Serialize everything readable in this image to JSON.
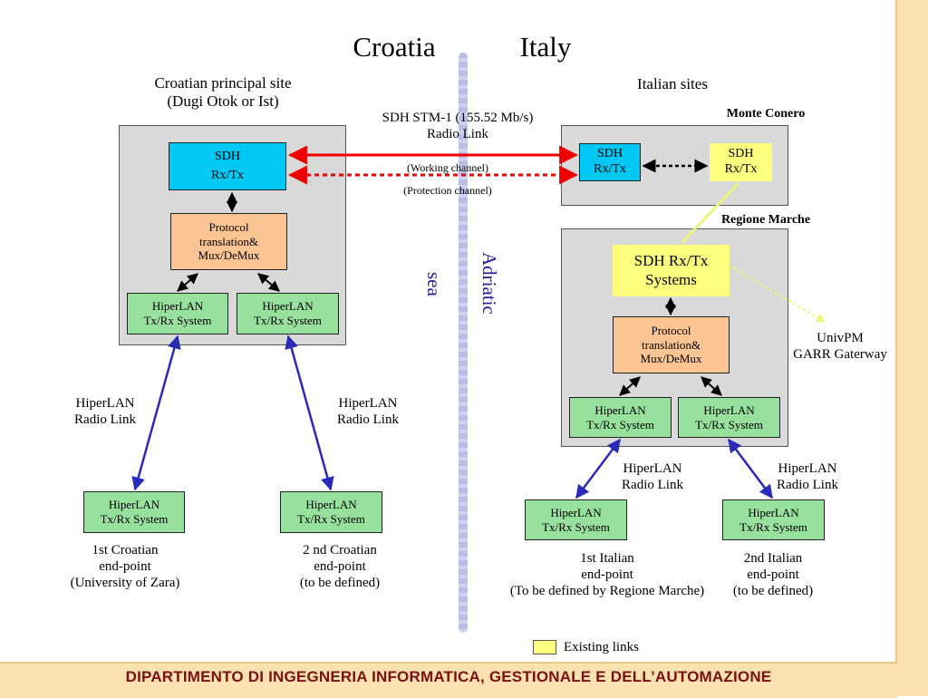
{
  "header": {
    "left_country": "Croatia",
    "right_country": "Italy"
  },
  "croatia": {
    "site_title_line1": "Croatian principal site",
    "site_title_line2": "(Dugi Otok or Ist)",
    "sdh_line1": "SDH",
    "sdh_line2": "Rx/Tx",
    "protocol_line1": "Protocol",
    "protocol_line2": "translation&",
    "protocol_line3": "Mux/DeMux",
    "hiperlan_box_left_line1": "HiperLAN",
    "hiperlan_box_left_line2": "Tx/Rx System",
    "hiperlan_box_right_line1": "HiperLAN",
    "hiperlan_box_right_line2": "Tx/Rx System",
    "radio_left_line1": "HiperLAN",
    "radio_left_line2": "Radio Link",
    "radio_right_line1": "HiperLAN",
    "radio_right_line2": "Radio Link",
    "endpoint1_box_line1": "HiperLAN",
    "endpoint1_box_line2": "Tx/Rx System",
    "endpoint2_box_line1": "HiperLAN",
    "endpoint2_box_line2": "Tx/Rx System",
    "endpoint1_label_line1": "1st Croatian",
    "endpoint1_label_line2": "end-point",
    "endpoint1_label_line3": "(University of Zara)",
    "endpoint2_label_line1": "2 nd Croatian",
    "endpoint2_label_line2": "end-point",
    "endpoint2_label_line3": "(to be defined)"
  },
  "link": {
    "title_line1": "SDH STM-1 (155.52 Mb/s)",
    "title_line2": "Radio Link",
    "working": "(Working channel)",
    "protection": "(Protection channel)"
  },
  "sea": {
    "line1": "Adriatic",
    "line2": "sea"
  },
  "italy": {
    "sites_title": "Italian sites",
    "monte_conero": "Monte Conero",
    "monte_sdh_left_line1": "SDH",
    "monte_sdh_left_line2": "Rx/Tx",
    "monte_sdh_right_line1": "SDH",
    "monte_sdh_right_line2": "Rx/Tx",
    "regione_marche": "Regione Marche",
    "sdh_systems_line1": "SDH Rx/Tx",
    "sdh_systems_line2": "Systems",
    "protocol_line1": "Protocol",
    "protocol_line2": "translation&",
    "protocol_line3": "Mux/DeMux",
    "hiperlan_box_left_line1": "HiperLAN",
    "hiperlan_box_left_line2": "Tx/Rx System",
    "hiperlan_box_right_line1": "HiperLAN",
    "hiperlan_box_right_line2": "Tx/Rx System",
    "univpm_line1": "UnivPM",
    "univpm_line2": "GARR Gaterway",
    "radio_left_line1": "HiperLAN",
    "radio_left_line2": "Radio Link",
    "radio_right_line1": "HiperLAN",
    "radio_right_line2": "Radio Link",
    "endpoint1_box_line1": "HiperLAN",
    "endpoint1_box_line2": "Tx/Rx System",
    "endpoint2_box_line1": "HiperLAN",
    "endpoint2_box_line2": "Tx/Rx System",
    "endpoint1_label_line1": "1st Italian",
    "endpoint1_label_line2": "end-point",
    "endpoint1_label_line3": "(To be defined by Regione Marche)",
    "endpoint2_label_line1": "2nd Italian",
    "endpoint2_label_line2": "end-point",
    "endpoint2_label_line3": "(to be defined)"
  },
  "legend": {
    "existing_links": "Existing links"
  },
  "footer": {
    "title": "DIPARTIMENTO DI INGEGNERIA INFORMATICA, GESTIONALE E DELL’AUTOMAZIONE"
  },
  "colors": {
    "red_link": "#ee0000",
    "blue_link": "#2a2ab8",
    "existing_link_yellow": "#ffff7f",
    "sdh_cyan": "#00c8f4",
    "hiperlan_green": "#98e09d",
    "protocol_orange": "#fbc593",
    "site_gray": "#d9d9d9",
    "footer_bg": "#fbe1b0",
    "footer_text": "#7a1010",
    "sea_text": "#1a1a9a"
  }
}
